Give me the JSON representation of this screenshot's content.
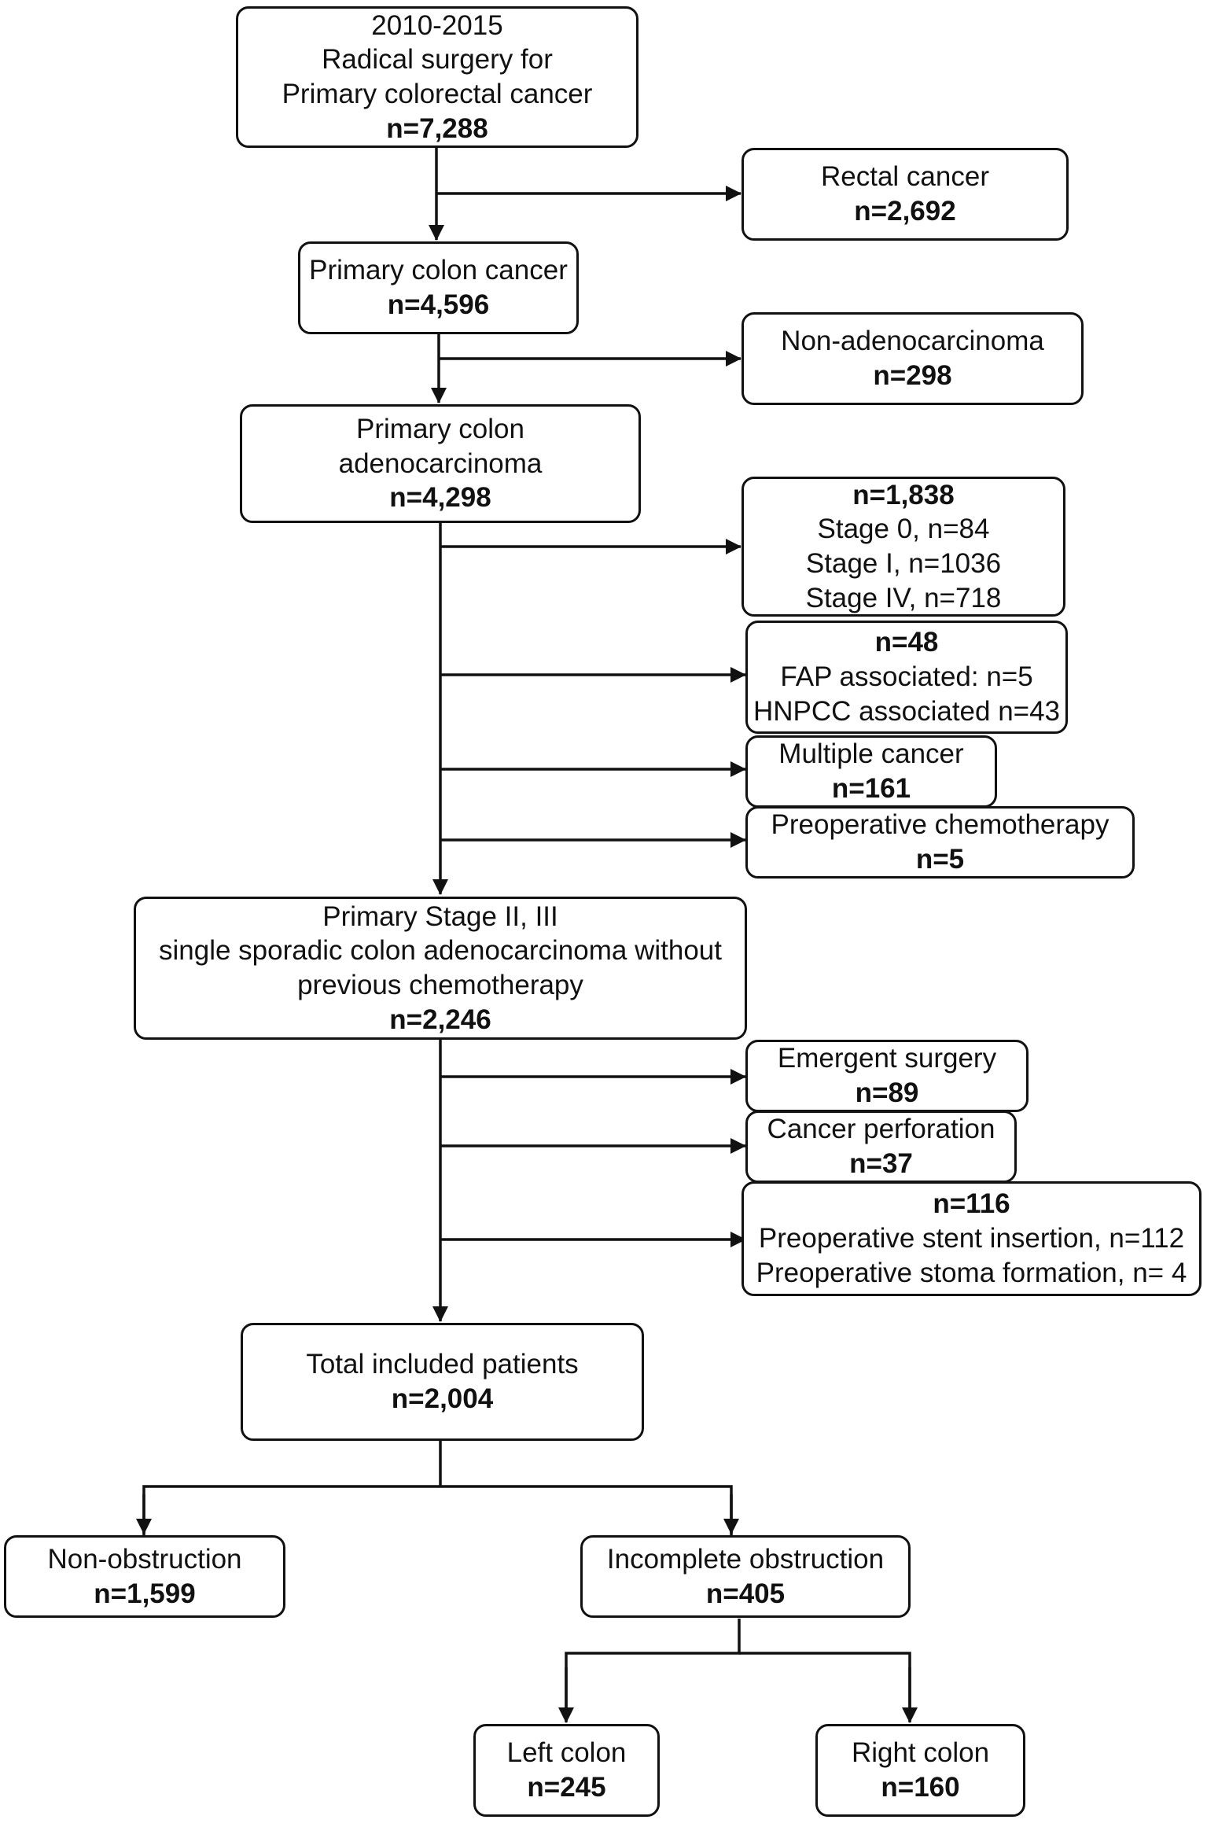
{
  "nodes": {
    "start": {
      "lines": [
        "2010-2015",
        "Radical surgery for",
        "Primary colorectal cancer"
      ],
      "count": "n=7,288"
    },
    "rectal": {
      "lines": [
        "Rectal cancer"
      ],
      "count": "n=2,692"
    },
    "colon": {
      "lines": [
        "Primary colon cancer"
      ],
      "count": "n=4,596"
    },
    "nonadeno": {
      "lines": [
        "Non-adenocarcinoma"
      ],
      "count": "n=298"
    },
    "adeno": {
      "lines": [
        "Primary colon",
        "adenocarcinoma"
      ],
      "count": "n=4,298"
    },
    "stage": {
      "count": "n=1,838",
      "lines": [
        "Stage 0, n=84",
        "Stage I, n=1036",
        "Stage IV, n=718"
      ]
    },
    "hereditary": {
      "count": "n=48",
      "lines": [
        "FAP associated: n=5",
        "HNPCC associated n=43"
      ]
    },
    "multiple": {
      "lines": [
        "Multiple cancer"
      ],
      "count": "n=161"
    },
    "preop_chemo": {
      "lines": [
        "Preoperative chemotherapy"
      ],
      "count": "n=5"
    },
    "stage23": {
      "lines": [
        "Primary Stage II, III",
        "single sporadic colon adenocarcinoma without",
        "previous chemotherapy"
      ],
      "count": "n=2,246"
    },
    "emergent": {
      "lines": [
        "Emergent surgery"
      ],
      "count": "n=89"
    },
    "perforation": {
      "lines": [
        "Cancer perforation"
      ],
      "count": "n=37"
    },
    "stent": {
      "count": "n=116",
      "lines": [
        "Preoperative stent insertion, n=112",
        "Preoperative stoma formation, n= 4"
      ]
    },
    "total": {
      "lines": [
        "Total included patients"
      ],
      "count": "n=2,004"
    },
    "nonobs": {
      "lines": [
        "Non-obstruction"
      ],
      "count": "n=1,599"
    },
    "incomplete": {
      "lines": [
        "Incomplete obstruction"
      ],
      "count": "n=405"
    },
    "left": {
      "lines": [
        "Left colon"
      ],
      "count": "n=245"
    },
    "right": {
      "lines": [
        "Right colon"
      ],
      "count": "n=160"
    }
  }
}
